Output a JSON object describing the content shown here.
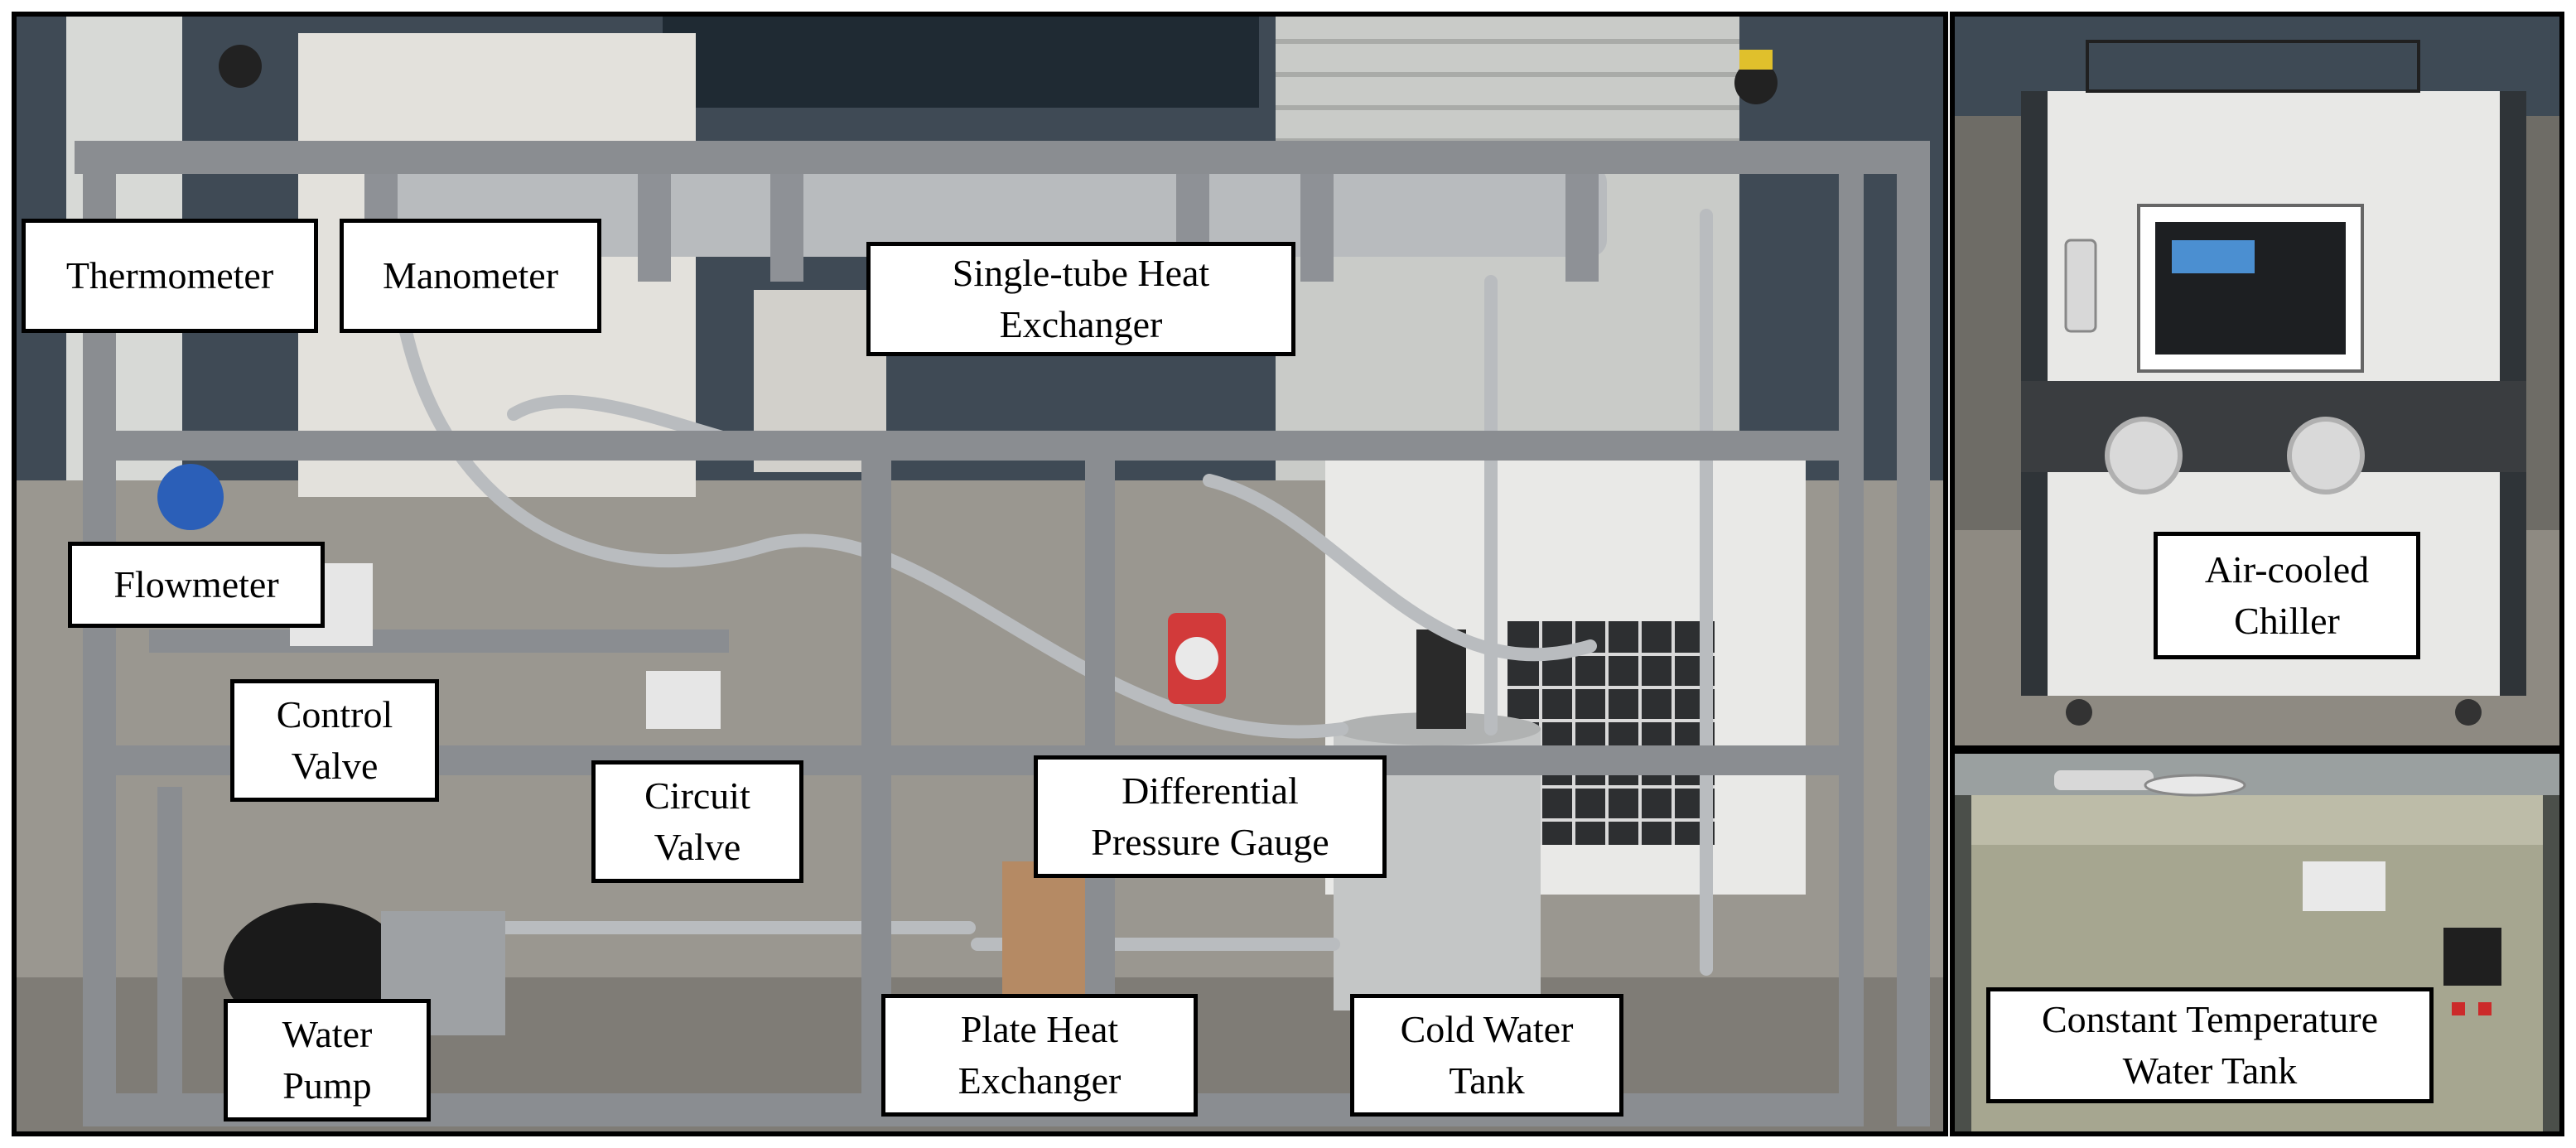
{
  "labels": {
    "thermometer": "Thermometer",
    "manometer": "Manometer",
    "single_tube_heat_exchanger": "Single-tube Heat\nExchanger",
    "flowmeter": "Flowmeter",
    "control_valve": "Control\nValve",
    "circuit_valve": "Circuit\nValve",
    "differential_pressure_gauge": "Differential\nPressure Gauge",
    "water_pump": "Water\nPump",
    "plate_heat_exchanger": "Plate Heat\nExchanger",
    "cold_water_tank": "Cold Water\nTank",
    "air_cooled_chiller": "Air-cooled\nChiller",
    "constant_temperature_water_tank": "Constant Temperature\nWater Tank"
  },
  "colors": {
    "frame": "#8a8d91",
    "pipe": "#b9bcbf",
    "floor": "#9a9790",
    "wall": "#3f4a55",
    "chiller_body": "#e8e8e6",
    "tank_body": "#a6a690"
  }
}
